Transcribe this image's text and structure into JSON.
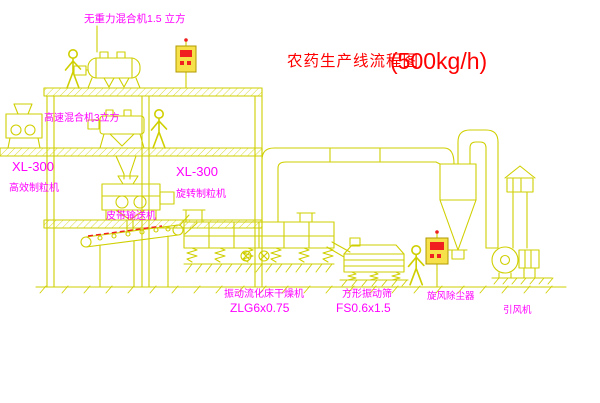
{
  "title": {
    "main": "农药生产线流程图",
    "capacity": "(500kg/h)"
  },
  "labels": {
    "top_mixer": "无重力混合机1.5 立方",
    "high_speed_mixer": "高速混合机3立方",
    "left_granulator_model": "XL-300",
    "left_granulator_name": "高效制粒机",
    "mid_granulator_model": "XL-300",
    "mid_granulator_name": "旋转制粒机",
    "belt_conveyor": "皮带输送机",
    "dryer_name": "振动流化床干燥机",
    "dryer_model": "ZLG6x0.75",
    "screen_name": "方形振动筛",
    "screen_model": "FS0.6x1.5",
    "cyclone": "旋风除尘器",
    "fan": "引风机"
  },
  "colors": {
    "line": "#cfcf00",
    "label": "#ff00ff",
    "title": "#ff0000",
    "accent_red": "#f02020",
    "panel_fill": "#f6e14a",
    "background": "#ffffff"
  }
}
